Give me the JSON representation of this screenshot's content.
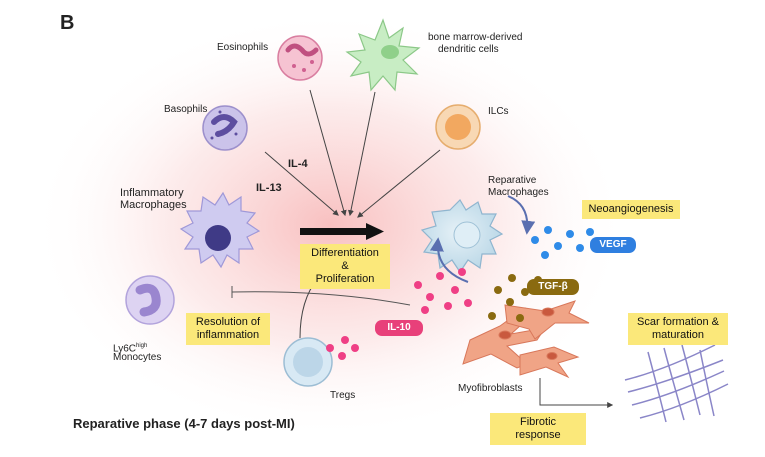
{
  "panel_letter": "B",
  "cells": {
    "eosinophils": "Eosinophils",
    "dendritic_line1": "bone marrow-derived",
    "dendritic_line2": "dendritic cells",
    "basophils": "Basophils",
    "ilcs": "ILCs",
    "inflammatory_line1": "Inflammatory",
    "inflammatory_line2": "Macrophages",
    "reparative_line1": "Reparative",
    "reparative_line2": "Macrophages",
    "ly6c_prefix": "Ly6C",
    "ly6c_sup": "high",
    "ly6c_line2": "Monocytes",
    "tregs": "Tregs",
    "myofibroblasts": "Myofibroblasts"
  },
  "cytokines": {
    "il4": "IL-4",
    "il13": "IL-13",
    "il10": "IL-10",
    "tgfb": "TGF-β",
    "vegf": "VEGF"
  },
  "boxes": {
    "differentiation_line1": "Differentiation &",
    "differentiation_line2": "Proliferation",
    "resolution_line1": "Resolution of",
    "resolution_line2": "inflammation",
    "neoangiogenesis": "Neoangiogenesis",
    "scar_line1": "Scar formation &",
    "scar_line2": "maturation",
    "fibrotic": "Fibrotic response"
  },
  "footer": {
    "phase": "Reparative phase (4-7 days post-MI)"
  },
  "colors": {
    "highlight_yellow": "#fbe87a",
    "il10_pill": "#e8407a",
    "tgfb_pill": "#8a6a10",
    "vegf_pill": "#2f7fe0",
    "background_glow": "#f6c8c8"
  }
}
